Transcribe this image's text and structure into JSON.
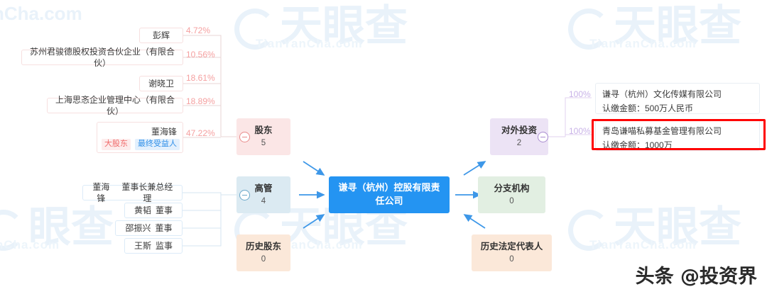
{
  "company": {
    "center_name": "谦寻（杭州）控股有限责任公司"
  },
  "categories": {
    "shareholder": {
      "label": "股东",
      "count": "5",
      "collapse_icon": "minus-circle-icon"
    },
    "executive": {
      "label": "高管",
      "count": "4",
      "collapse_icon": "minus-circle-icon"
    },
    "history_shareholder": {
      "label": "历史股东",
      "count": "0"
    },
    "outbound_investment": {
      "label": "对外投资",
      "count": "2",
      "collapse_icon": "minus-circle-icon"
    },
    "branch": {
      "label": "分支机构",
      "count": "0"
    },
    "history_legal_rep": {
      "label": "历史法定代表人",
      "count": "0"
    }
  },
  "shareholders": [
    {
      "name": "彭辉",
      "percent": "4.72%"
    },
    {
      "name": "苏州君骏德股权投资合伙企业（有限合伙）",
      "percent": "10.56%"
    },
    {
      "name": "谢晓卫",
      "percent": "18.61%"
    },
    {
      "name": "上海思忞企业管理中心（有限合伙）",
      "percent": "18.89%"
    },
    {
      "name": "董海锋",
      "percent": "47.22%",
      "badges": [
        {
          "text": "大股东",
          "color": "#f06a6a"
        },
        {
          "text": "最终受益人",
          "color": "#2f8fe8"
        }
      ]
    }
  ],
  "executives": [
    {
      "name": "董海锋",
      "title": "董事长兼总经理"
    },
    {
      "name": "黄韬",
      "title": "董事"
    },
    {
      "name": "邵振兴",
      "title": "董事"
    },
    {
      "name": "王斯",
      "title": "监事"
    }
  ],
  "investments": [
    {
      "name": "谦寻（杭州）文化传媒有限公司",
      "amount": "认缴金额：500万人民币",
      "percent": "100%",
      "highlighted": false
    },
    {
      "name": "青岛谦喵私募基金管理有限公司",
      "amount": "认缴金额：1000万",
      "percent": "100%",
      "highlighted": true
    }
  ],
  "watermarks": {
    "brand": "天眼查",
    "domain": "TianYanCha.com",
    "domain_short": "nCha.com",
    "brand_partial_left": "眼查",
    "brand_partial_bottom": "天眼查"
  },
  "footer": {
    "logo_text": "头条 @投资界"
  },
  "colors": {
    "center_blue": "#2494f2",
    "shareholder_pink": "#fbe6e6",
    "exec_blue": "#dbeaf2",
    "history_orange": "#fbe8d9",
    "invest_purple": "#ece3f5",
    "branch_green": "#e2efe2",
    "highlight_red": "#ff0000",
    "percent_pink": "#f5a0a0",
    "percent_purple": "#c9b3e8"
  }
}
